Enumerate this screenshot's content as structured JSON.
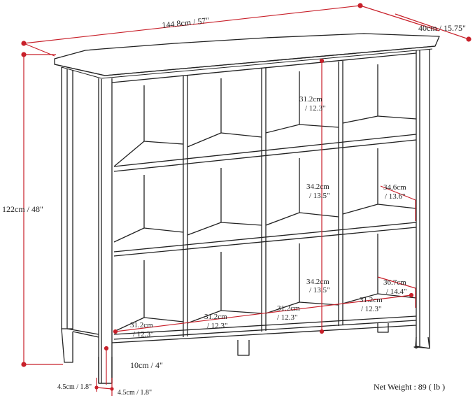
{
  "dimensions": {
    "width_label": "144.8cm / 57\"",
    "depth_label": "40cm / 15.75\"",
    "height_label": "122cm / 48\"",
    "leg_height_label": "10cm / 4\"",
    "leg_front_label": "4.5cm / 1.8\"",
    "leg_side_label": "4.5cm / 1.8\"",
    "cube_height_top": {
      "cm": "31.2cm",
      "in": "/ 12.3\""
    },
    "cube_height_mid": {
      "cm": "34.2cm",
      "in": "/ 13.5\""
    },
    "cube_height_bottom": {
      "cm": "34.2cm",
      "in": "/ 13.5\""
    },
    "cube_depth_mid": {
      "cm": "34.6cm",
      "in": "/ 13.6\""
    },
    "cube_depth_bottom": {
      "cm": "36.7cm",
      "in": "/ 14.4\""
    },
    "cube_widths": [
      {
        "cm": "31.2cm",
        "in": "/ 12.3\""
      },
      {
        "cm": "31.2cm",
        "in": "/ 12.3\""
      },
      {
        "cm": "31.2cm",
        "in": "/ 12.3\""
      },
      {
        "cm": "31.2cm",
        "in": "/ 12.3\""
      }
    ]
  },
  "net_weight": "Net Weight : 89 ( lb )",
  "colors": {
    "dimension_line": "#c8202a",
    "outline": "#222222"
  }
}
